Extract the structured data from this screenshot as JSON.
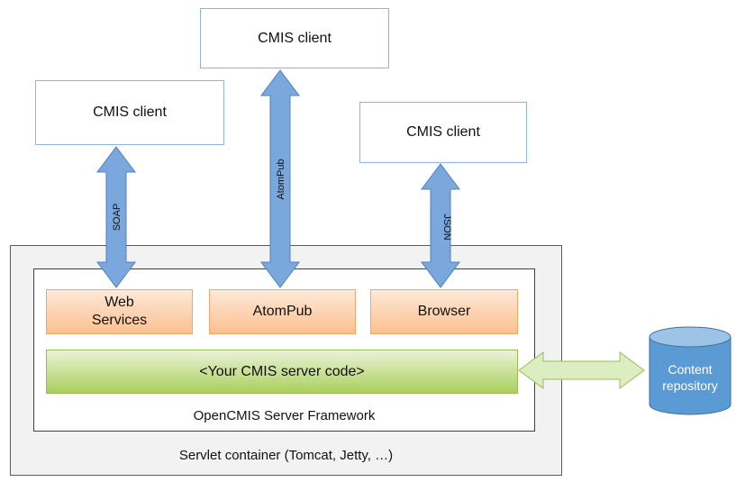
{
  "clients": {
    "left": "CMIS client",
    "top": "CMIS client",
    "right": "CMIS client"
  },
  "protocols": {
    "soap": "SOAP",
    "atompub": "AtomPub",
    "json": "JSON"
  },
  "bindings": {
    "web_services_line1": "Web",
    "web_services_line2": "Services",
    "atompub": "AtomPub",
    "browser": "Browser"
  },
  "server_code": "<Your CMIS server code>",
  "framework_label": "OpenCMIS Server Framework",
  "servlet_label": "Servlet container (Tomcat, Jetty, …)",
  "repository": {
    "line1": "Content",
    "line2": "repository"
  },
  "colors": {
    "arrow_fill": "#7aa7dc",
    "link_arrow_fill": "#dcedc1",
    "binding_fill": "#fbc08f",
    "server_code_fill": "#a9cf5b",
    "cylinder_fill": "#5b9bd5"
  }
}
